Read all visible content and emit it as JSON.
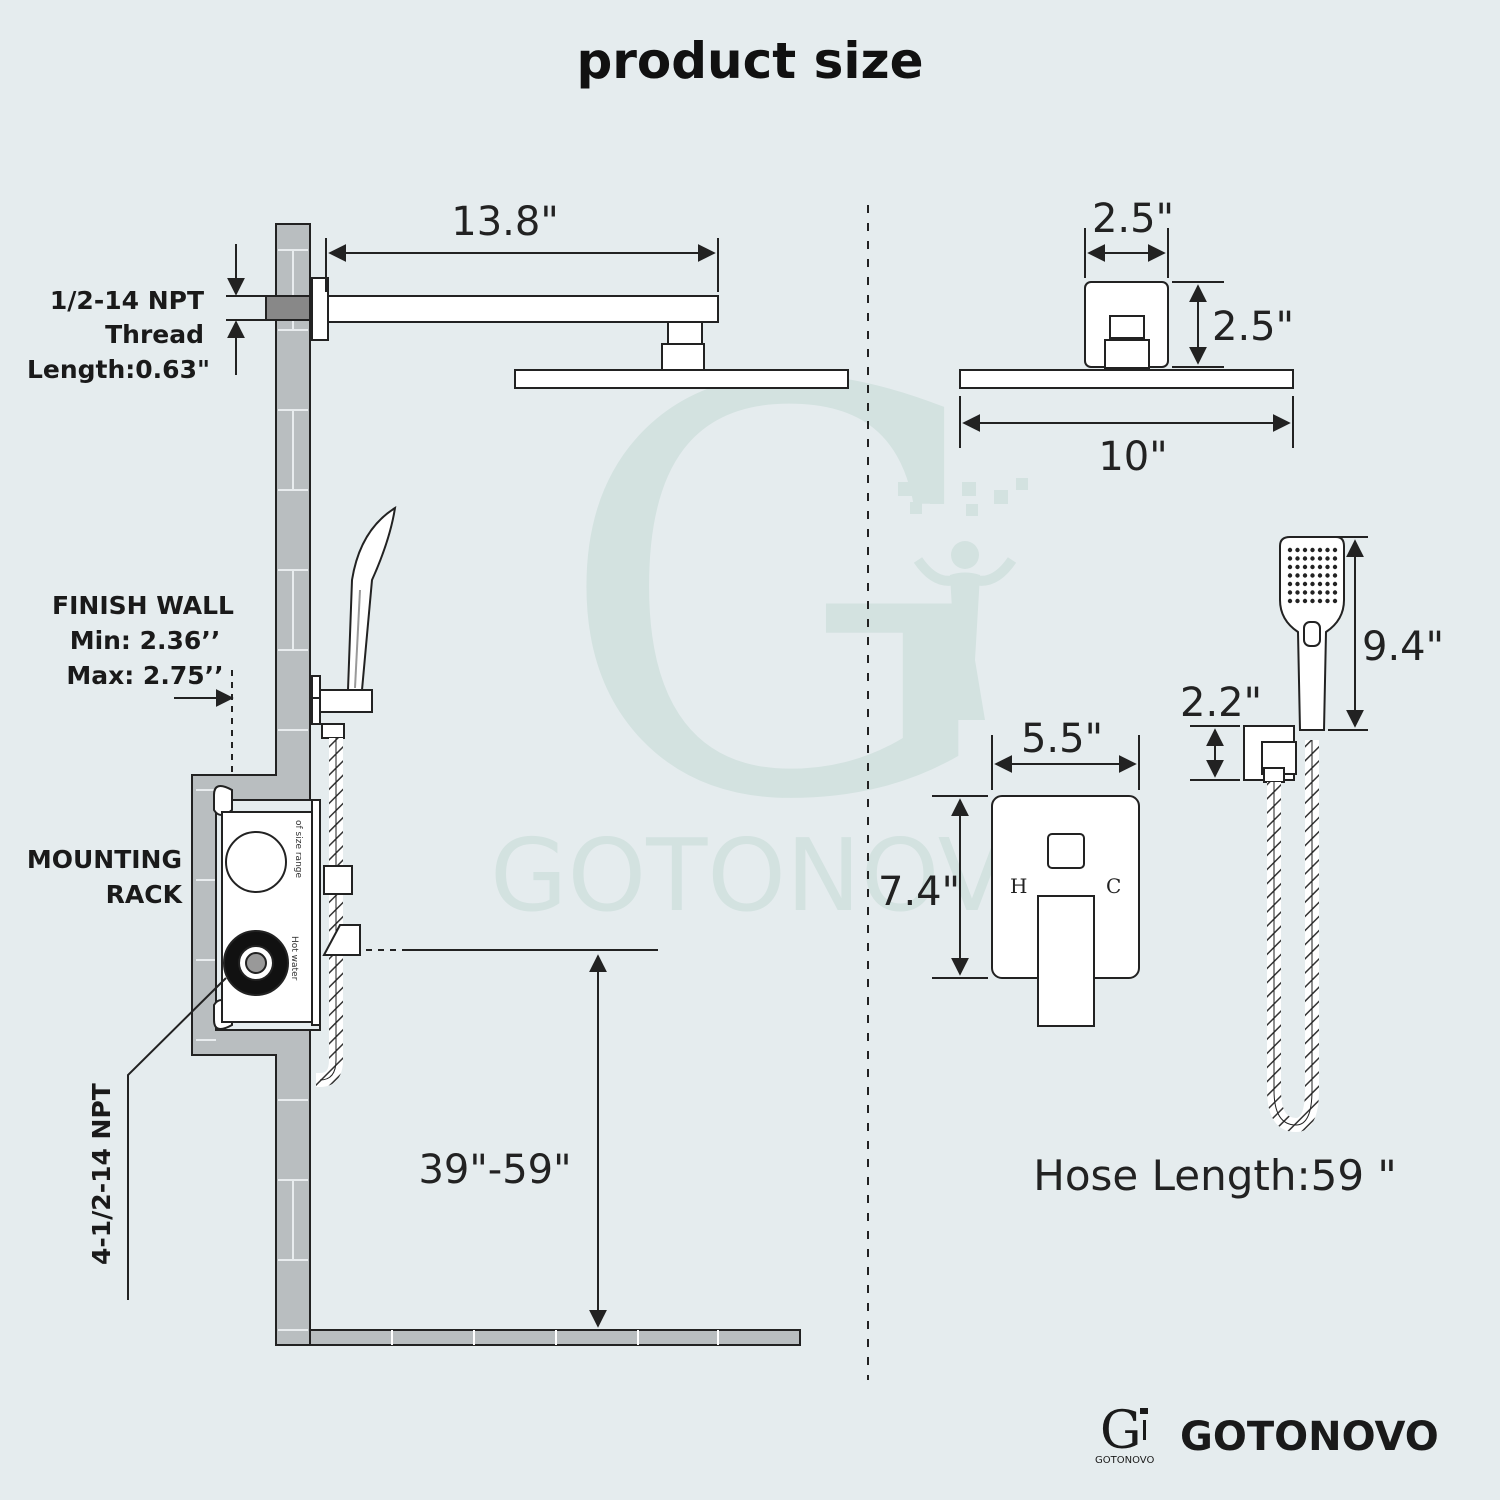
{
  "title": "product size",
  "watermark": "GOTONOVO",
  "wall_mount": {
    "arm_length": "13.8\"",
    "thread_line1": "1/2-14 NPT",
    "thread_line2": "Thread",
    "thread_line3": "Length:0.63\"",
    "finish_wall_line1": "FINISH WALL",
    "finish_wall_line2": "Min: 2.36’’",
    "finish_wall_line3": "Max: 2.75’’",
    "mounting_rack_line1": "MOUNTING",
    "mounting_rack_line2": "RACK",
    "inlet_npt": "4-1/2-14 NPT",
    "valve_height": "39\"-59\"",
    "valve_text_1": "of size range",
    "valve_text_2": "Hot water"
  },
  "shower_head": {
    "base_width": "2.5\"",
    "base_height": "2.5\"",
    "head_width": "10\""
  },
  "valve_trim": {
    "width": "5.5\"",
    "height": "7.4\"",
    "hot_label": "H",
    "cold_label": "C"
  },
  "hand_shower": {
    "height": "9.4\"",
    "holder_height": "2.2\"",
    "hose_length": "Hose Length:59 \""
  },
  "brand": {
    "name": "GOTONOVO",
    "small": "GOTONOVO",
    "mark": "G"
  },
  "colors": {
    "background": "#e5ecee",
    "wall_fill": "#b9bec0",
    "line": "#222222",
    "watermark": "#d3e2e0"
  }
}
